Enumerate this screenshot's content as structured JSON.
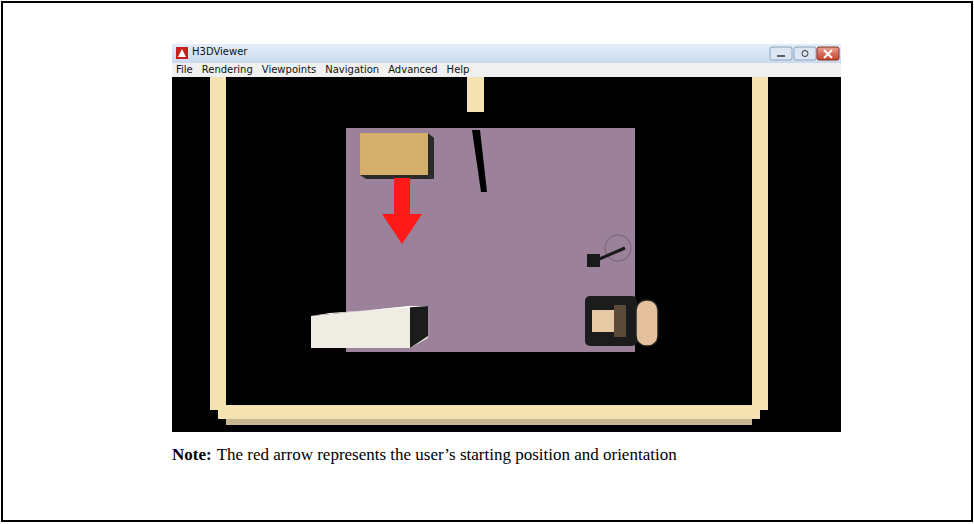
{
  "diagram": {
    "labels": [
      "H3DViewer",
      "File",
      "Rendering",
      "Viewpoints",
      "Navigation",
      "Advanced",
      "Help",
      "Note:",
      "The red arrow represents the user’s starting position and orientation"
    ]
  }
}
